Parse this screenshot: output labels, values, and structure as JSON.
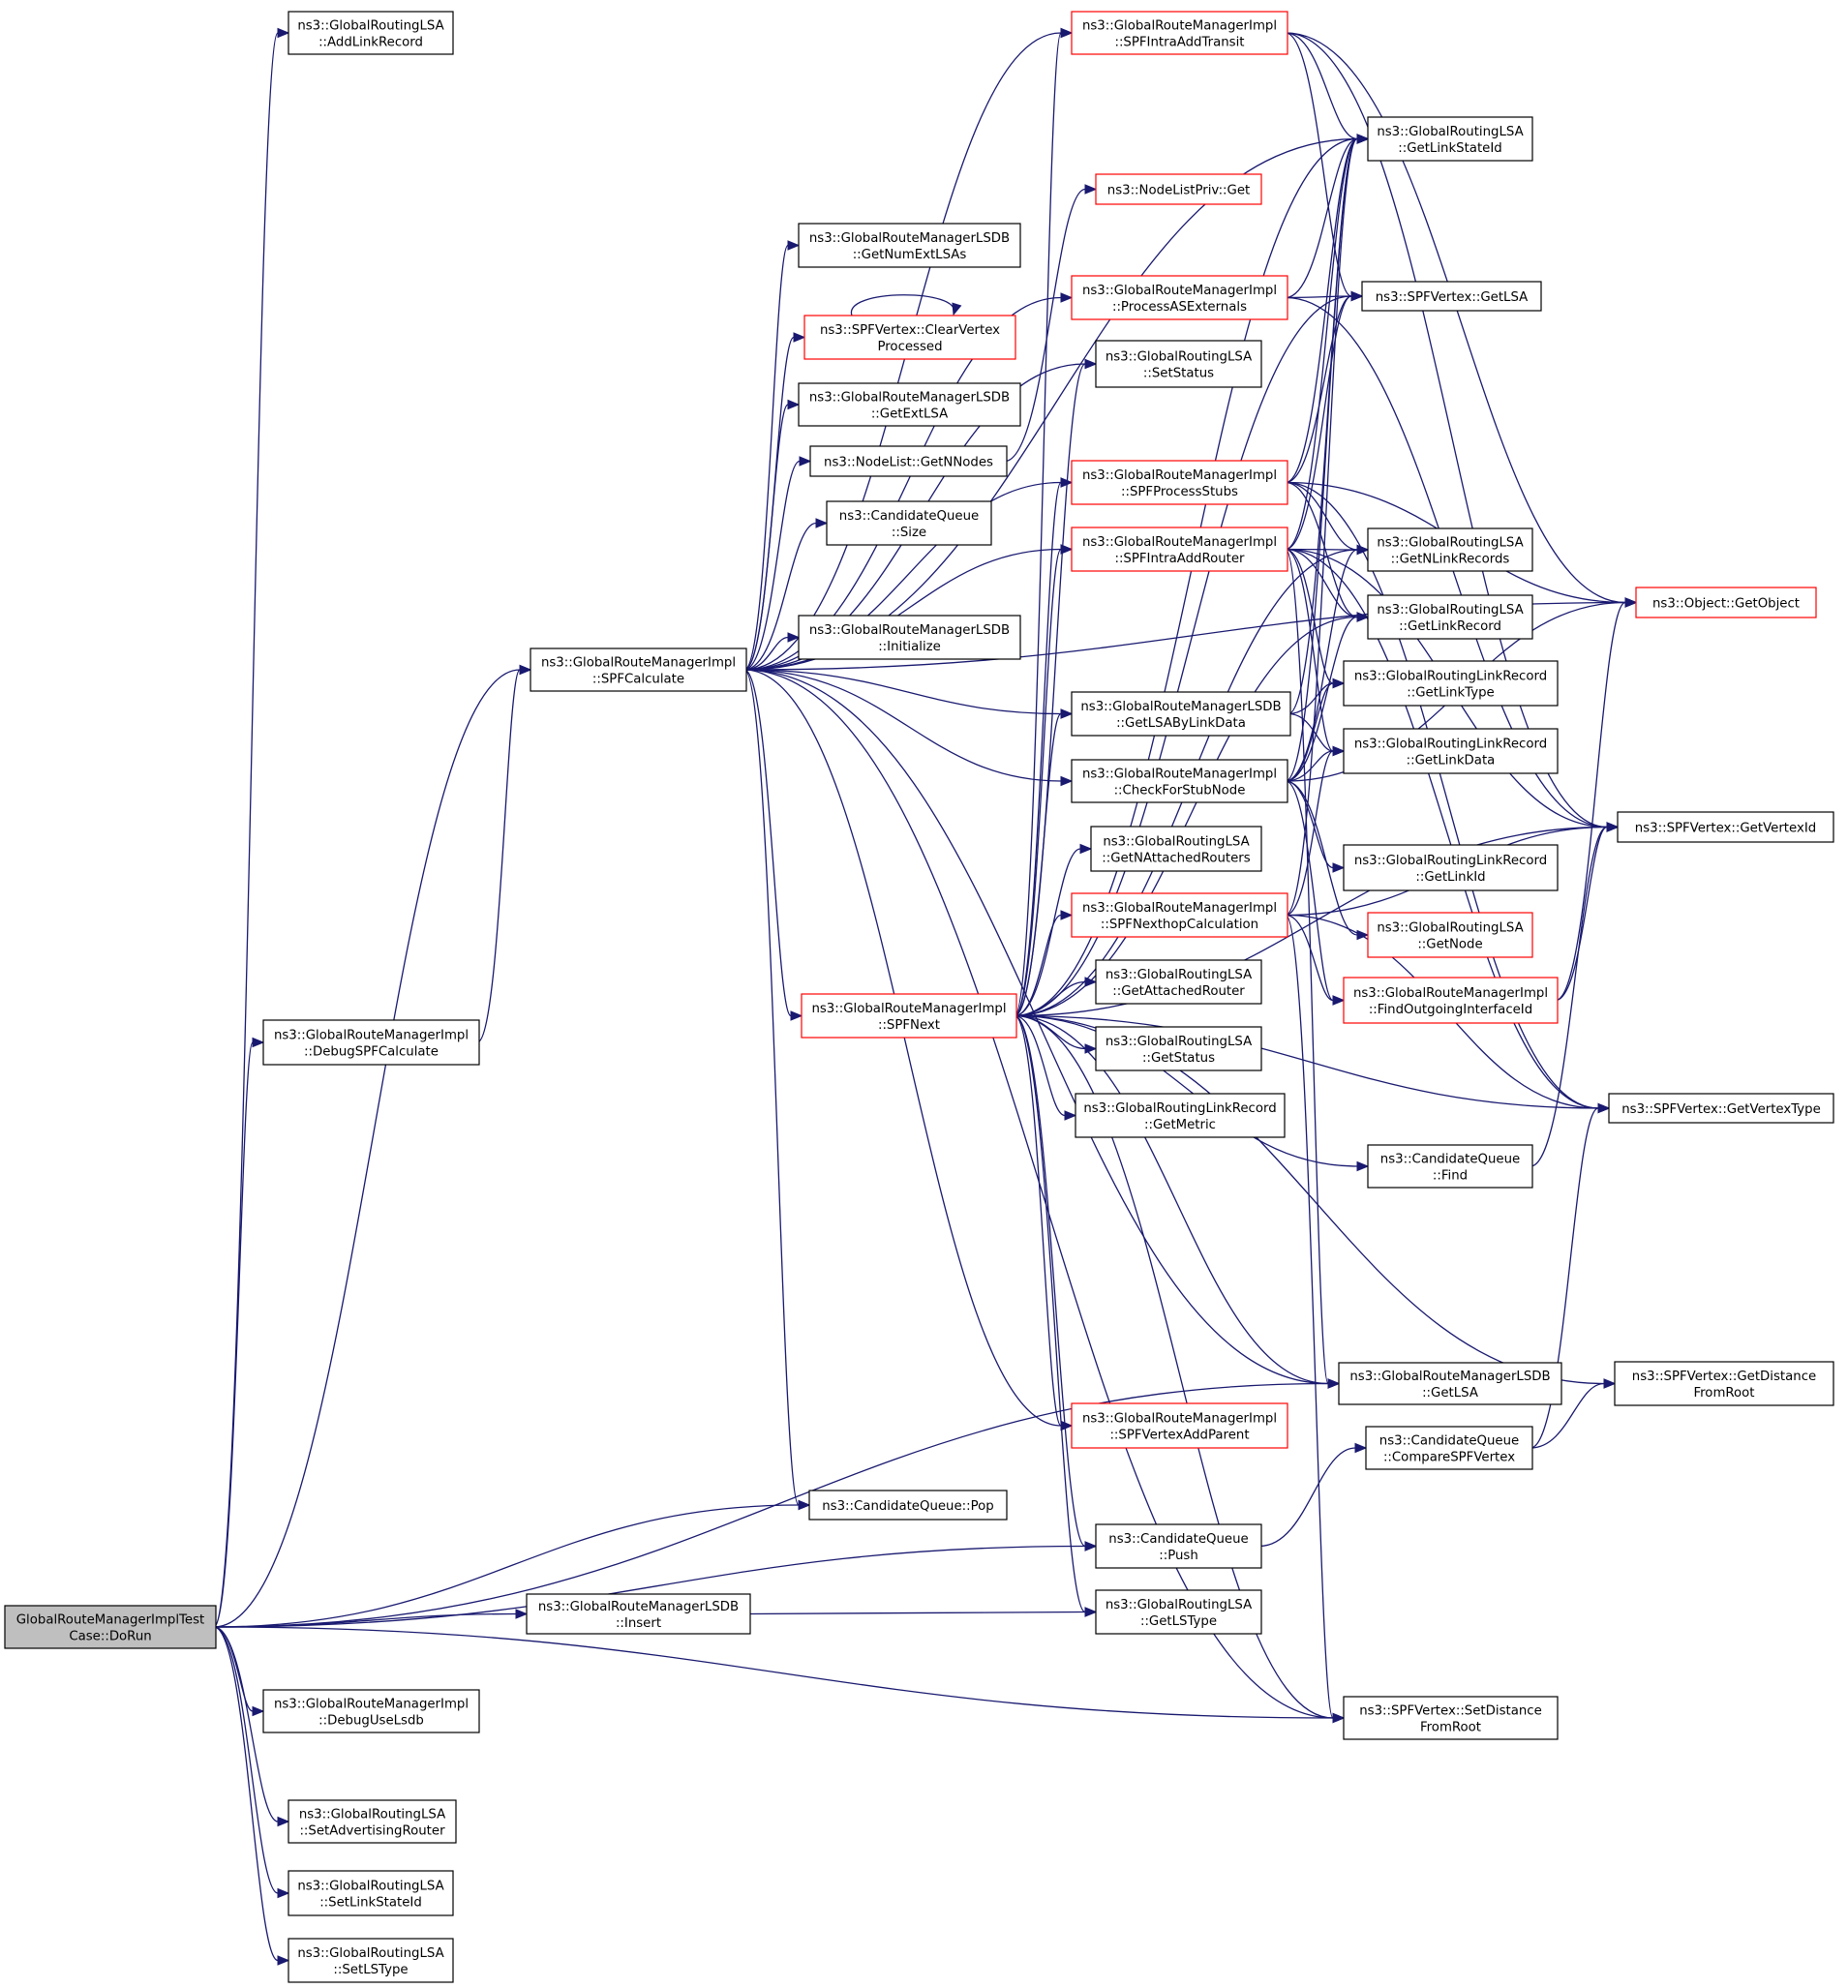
{
  "colors": {
    "edge": "#191970",
    "border_normal": "#000000",
    "border_truncated": "#ff0000",
    "root_fill": "#bfbfbf",
    "node_fill": "#ffffff"
  },
  "nodes": [
    {
      "id": "root",
      "lines": [
        "GlobalRouteManagerImplTest",
        "Case::DoRun"
      ],
      "style": "root"
    },
    {
      "id": "addLinkRecord",
      "lines": [
        "ns3::GlobalRoutingLSA",
        "::AddLinkRecord"
      ],
      "style": "normal"
    },
    {
      "id": "debugSPF",
      "lines": [
        "ns3::GlobalRouteManagerImpl",
        "::DebugSPFCalculate"
      ],
      "style": "normal"
    },
    {
      "id": "spfCalculate",
      "lines": [
        "ns3::GlobalRouteManagerImpl",
        "::SPFCalculate"
      ],
      "style": "normal"
    },
    {
      "id": "cqPop",
      "lines": [
        "ns3::CandidateQueue::Pop"
      ],
      "style": "normal"
    },
    {
      "id": "cqPush",
      "lines": [
        "ns3::CandidateQueue",
        "::Push"
      ],
      "style": "normal"
    },
    {
      "id": "lsdbInsert",
      "lines": [
        "ns3::GlobalRouteManagerLSDB",
        "::Insert"
      ],
      "style": "normal"
    },
    {
      "id": "getLSType",
      "lines": [
        "ns3::GlobalRoutingLSA",
        "::GetLSType"
      ],
      "style": "normal"
    },
    {
      "id": "lsdbGetLSA",
      "lines": [
        "ns3::GlobalRouteManagerLSDB",
        "::GetLSA"
      ],
      "style": "normal"
    },
    {
      "id": "debugUseLsdb",
      "lines": [
        "ns3::GlobalRouteManagerImpl",
        "::DebugUseLsdb"
      ],
      "style": "normal"
    },
    {
      "id": "setDistance",
      "lines": [
        "ns3::SPFVertex::SetDistance",
        "FromRoot"
      ],
      "style": "normal"
    },
    {
      "id": "setAdvRouter",
      "lines": [
        "ns3::GlobalRoutingLSA",
        "::SetAdvertisingRouter"
      ],
      "style": "normal"
    },
    {
      "id": "setLinkStateId",
      "lines": [
        "ns3::GlobalRoutingLSA",
        "::SetLinkStateId"
      ],
      "style": "normal"
    },
    {
      "id": "setLSType",
      "lines": [
        "ns3::GlobalRoutingLSA",
        "::SetLSType"
      ],
      "style": "normal"
    },
    {
      "id": "intraAddTransit",
      "lines": [
        "ns3::GlobalRouteManagerImpl",
        "::SPFIntraAddTransit"
      ],
      "style": "truncated"
    },
    {
      "id": "getLinkStateId",
      "lines": [
        "ns3::GlobalRoutingLSA",
        "::GetLinkStateId"
      ],
      "style": "normal"
    },
    {
      "id": "nodeListPrivGet",
      "lines": [
        "ns3::NodeListPriv::Get"
      ],
      "style": "truncated"
    },
    {
      "id": "getNumExtLSAs",
      "lines": [
        "ns3::GlobalRouteManagerLSDB",
        "::GetNumExtLSAs"
      ],
      "style": "normal"
    },
    {
      "id": "processASExt",
      "lines": [
        "ns3::GlobalRouteManagerImpl",
        "::ProcessASExternals"
      ],
      "style": "truncated"
    },
    {
      "id": "vertexGetLSA",
      "lines": [
        "ns3::SPFVertex::GetLSA"
      ],
      "style": "normal"
    },
    {
      "id": "clearVertex",
      "lines": [
        "ns3::SPFVertex::ClearVertex",
        "Processed"
      ],
      "style": "truncated"
    },
    {
      "id": "setStatus",
      "lines": [
        "ns3::GlobalRoutingLSA",
        "::SetStatus"
      ],
      "style": "normal"
    },
    {
      "id": "getExtLSA",
      "lines": [
        "ns3::GlobalRouteManagerLSDB",
        "::GetExtLSA"
      ],
      "style": "normal"
    },
    {
      "id": "getNNodes",
      "lines": [
        "ns3::NodeList::GetNNodes"
      ],
      "style": "normal"
    },
    {
      "id": "processStubs",
      "lines": [
        "ns3::GlobalRouteManagerImpl",
        "::SPFProcessStubs"
      ],
      "style": "truncated"
    },
    {
      "id": "cqSize",
      "lines": [
        "ns3::CandidateQueue",
        "::Size"
      ],
      "style": "normal"
    },
    {
      "id": "intraAddRouter",
      "lines": [
        "ns3::GlobalRouteManagerImpl",
        "::SPFIntraAddRouter"
      ],
      "style": "truncated"
    },
    {
      "id": "getNLinkRecords",
      "lines": [
        "ns3::GlobalRoutingLSA",
        "::GetNLinkRecords"
      ],
      "style": "normal"
    },
    {
      "id": "getObject",
      "lines": [
        "ns3::Object::GetObject"
      ],
      "style": "truncated"
    },
    {
      "id": "lsdbInitialize",
      "lines": [
        "ns3::GlobalRouteManagerLSDB",
        "::Initialize"
      ],
      "style": "normal"
    },
    {
      "id": "getLinkRecord",
      "lines": [
        "ns3::GlobalRoutingLSA",
        "::GetLinkRecord"
      ],
      "style": "normal"
    },
    {
      "id": "getLSAByLinkData",
      "lines": [
        "ns3::GlobalRouteManagerLSDB",
        "::GetLSAByLinkData"
      ],
      "style": "normal"
    },
    {
      "id": "getLinkType",
      "lines": [
        "ns3::GlobalRoutingLinkRecord",
        "::GetLinkType"
      ],
      "style": "normal"
    },
    {
      "id": "checkStub",
      "lines": [
        "ns3::GlobalRouteManagerImpl",
        "::CheckForStubNode"
      ],
      "style": "normal"
    },
    {
      "id": "getLinkData",
      "lines": [
        "ns3::GlobalRoutingLinkRecord",
        "::GetLinkData"
      ],
      "style": "normal"
    },
    {
      "id": "getVertexId",
      "lines": [
        "ns3::SPFVertex::GetVertexId"
      ],
      "style": "normal"
    },
    {
      "id": "getNAttached",
      "lines": [
        "ns3::GlobalRoutingLSA",
        "::GetNAttachedRouters"
      ],
      "style": "normal"
    },
    {
      "id": "getLinkId",
      "lines": [
        "ns3::GlobalRoutingLinkRecord",
        "::GetLinkId"
      ],
      "style": "normal"
    },
    {
      "id": "nexthopCalc",
      "lines": [
        "ns3::GlobalRouteManagerImpl",
        "::SPFNexthopCalculation"
      ],
      "style": "truncated"
    },
    {
      "id": "getNode",
      "lines": [
        "ns3::GlobalRoutingLSA",
        "::GetNode"
      ],
      "style": "truncated"
    },
    {
      "id": "spfNext",
      "lines": [
        "ns3::GlobalRouteManagerImpl",
        "::SPFNext"
      ],
      "style": "truncated"
    },
    {
      "id": "getAttachedRouter",
      "lines": [
        "ns3::GlobalRoutingLSA",
        "::GetAttachedRouter"
      ],
      "style": "normal"
    },
    {
      "id": "findOutgoing",
      "lines": [
        "ns3::GlobalRouteManagerImpl",
        "::FindOutgoingInterfaceId"
      ],
      "style": "truncated"
    },
    {
      "id": "getStatus",
      "lines": [
        "ns3::GlobalRoutingLSA",
        "::GetStatus"
      ],
      "style": "normal"
    },
    {
      "id": "getVertexType",
      "lines": [
        "ns3::SPFVertex::GetVertexType"
      ],
      "style": "normal"
    },
    {
      "id": "getMetric",
      "lines": [
        "ns3::GlobalRoutingLinkRecord",
        "::GetMetric"
      ],
      "style": "normal"
    },
    {
      "id": "cqFind",
      "lines": [
        "ns3::CandidateQueue",
        "::Find"
      ],
      "style": "normal"
    },
    {
      "id": "getDistance",
      "lines": [
        "ns3::SPFVertex::GetDistance",
        "FromRoot"
      ],
      "style": "normal"
    },
    {
      "id": "vertexAddParent",
      "lines": [
        "ns3::GlobalRouteManagerImpl",
        "::SPFVertexAddParent"
      ],
      "style": "truncated"
    },
    {
      "id": "cqCompare",
      "lines": [
        "ns3::CandidateQueue",
        "::CompareSPFVertex"
      ],
      "style": "normal"
    }
  ],
  "edges": [
    [
      "root",
      "addLinkRecord"
    ],
    [
      "root",
      "debugSPF"
    ],
    [
      "root",
      "spfCalculate"
    ],
    [
      "root",
      "cqPop"
    ],
    [
      "root",
      "cqPush"
    ],
    [
      "root",
      "lsdbInsert"
    ],
    [
      "root",
      "lsdbGetLSA"
    ],
    [
      "root",
      "debugUseLsdb"
    ],
    [
      "root",
      "setDistance"
    ],
    [
      "root",
      "setAdvRouter"
    ],
    [
      "root",
      "setLinkStateId"
    ],
    [
      "root",
      "setLSType"
    ],
    [
      "debugSPF",
      "spfCalculate"
    ],
    [
      "lsdbInsert",
      "getLSType"
    ],
    [
      "spfCalculate",
      "intraAddTransit"
    ],
    [
      "spfCalculate",
      "getLinkStateId"
    ],
    [
      "spfCalculate",
      "getNumExtLSAs"
    ],
    [
      "spfCalculate",
      "processASExt"
    ],
    [
      "spfCalculate",
      "clearVertex"
    ],
    [
      "spfCalculate",
      "getExtLSA"
    ],
    [
      "spfCalculate",
      "getNNodes"
    ],
    [
      "spfCalculate",
      "processStubs"
    ],
    [
      "spfCalculate",
      "cqSize"
    ],
    [
      "spfCalculate",
      "intraAddRouter"
    ],
    [
      "spfCalculate",
      "lsdbInitialize"
    ],
    [
      "spfCalculate",
      "getObject"
    ],
    [
      "spfCalculate",
      "getLSAByLinkData"
    ],
    [
      "spfCalculate",
      "checkStub"
    ],
    [
      "spfCalculate",
      "spfNext"
    ],
    [
      "spfCalculate",
      "cqPop"
    ],
    [
      "spfCalculate",
      "lsdbGetLSA"
    ],
    [
      "spfCalculate",
      "setDistance"
    ],
    [
      "spfCalculate",
      "vertexAddParent"
    ],
    [
      "spfCalculate",
      "setStatus"
    ],
    [
      "clearVertex",
      "clearVertex"
    ],
    [
      "getNNodes",
      "nodeListPrivGet"
    ],
    [
      "intraAddTransit",
      "getLinkStateId"
    ],
    [
      "intraAddTransit",
      "vertexGetLSA"
    ],
    [
      "intraAddTransit",
      "getObject"
    ],
    [
      "intraAddTransit",
      "getVertexId"
    ],
    [
      "processASExt",
      "getLinkStateId"
    ],
    [
      "processASExt",
      "vertexGetLSA"
    ],
    [
      "processASExt",
      "getVertexId"
    ],
    [
      "processStubs",
      "getLinkStateId"
    ],
    [
      "processStubs",
      "vertexGetLSA"
    ],
    [
      "processStubs",
      "getNLinkRecords"
    ],
    [
      "processStubs",
      "getLinkRecord"
    ],
    [
      "processStubs",
      "getObject"
    ],
    [
      "processStubs",
      "getVertexType"
    ],
    [
      "intraAddRouter",
      "getLinkStateId"
    ],
    [
      "intraAddRouter",
      "vertexGetLSA"
    ],
    [
      "intraAddRouter",
      "getNLinkRecords"
    ],
    [
      "intraAddRouter",
      "getLinkRecord"
    ],
    [
      "intraAddRouter",
      "getLinkType"
    ],
    [
      "intraAddRouter",
      "getLinkData"
    ],
    [
      "intraAddRouter",
      "lsdbGetLSA"
    ],
    [
      "intraAddRouter",
      "getVertexId"
    ],
    [
      "intraAddRouter",
      "getVertexType"
    ],
    [
      "getLSAByLinkData",
      "getLinkStateId"
    ],
    [
      "getLSAByLinkData",
      "getLinkType"
    ],
    [
      "getLSAByLinkData",
      "getLinkData"
    ],
    [
      "checkStub",
      "getLinkStateId"
    ],
    [
      "checkStub",
      "getNLinkRecords"
    ],
    [
      "checkStub",
      "getLinkRecord"
    ],
    [
      "checkStub",
      "getLinkType"
    ],
    [
      "checkStub",
      "getLinkData"
    ],
    [
      "checkStub",
      "getLinkId"
    ],
    [
      "checkStub",
      "getNode"
    ],
    [
      "checkStub",
      "findOutgoing"
    ],
    [
      "checkStub",
      "getObject"
    ],
    [
      "nexthopCalc",
      "getLinkData"
    ],
    [
      "nexthopCalc",
      "findOutgoing"
    ],
    [
      "nexthopCalc",
      "getVertexType"
    ],
    [
      "nexthopCalc",
      "getVertexId"
    ],
    [
      "nexthopCalc",
      "setDistance"
    ],
    [
      "nexthopCalc",
      "getLinkStateId"
    ],
    [
      "findOutgoing",
      "getObject"
    ],
    [
      "findOutgoing",
      "getVertexId"
    ],
    [
      "spfNext",
      "getLinkStateId"
    ],
    [
      "spfNext",
      "vertexGetLSA"
    ],
    [
      "spfNext",
      "getNLinkRecords"
    ],
    [
      "spfNext",
      "getLinkRecord"
    ],
    [
      "spfNext",
      "getLSAByLinkData"
    ],
    [
      "spfNext",
      "getNAttached"
    ],
    [
      "spfNext",
      "nexthopCalc"
    ],
    [
      "spfNext",
      "getAttachedRouter"
    ],
    [
      "spfNext",
      "getStatus"
    ],
    [
      "spfNext",
      "getMetric"
    ],
    [
      "spfNext",
      "cqFind"
    ],
    [
      "spfNext",
      "getVertexId"
    ],
    [
      "spfNext",
      "getVertexType"
    ],
    [
      "spfNext",
      "getDistance"
    ],
    [
      "spfNext",
      "lsdbGetLSA"
    ],
    [
      "spfNext",
      "vertexAddParent"
    ],
    [
      "spfNext",
      "cqPush"
    ],
    [
      "spfNext",
      "getLSType"
    ],
    [
      "spfNext",
      "setDistance"
    ],
    [
      "spfNext",
      "setStatus"
    ],
    [
      "spfNext",
      "intraAddTransit"
    ],
    [
      "spfNext",
      "intraAddRouter"
    ],
    [
      "spfNext",
      "processStubs"
    ],
    [
      "cqFind",
      "getVertexId"
    ],
    [
      "cqPush",
      "cqCompare"
    ],
    [
      "cqCompare",
      "getDistance"
    ],
    [
      "cqCompare",
      "getVertexType"
    ]
  ]
}
